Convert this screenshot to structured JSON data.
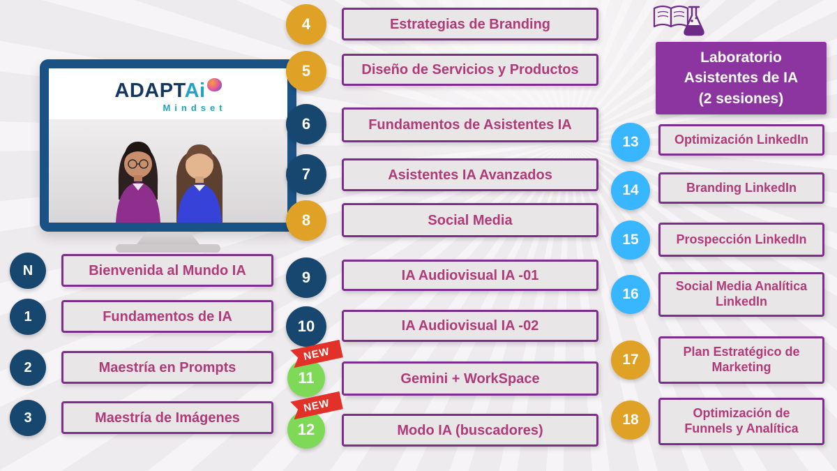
{
  "logo": {
    "brand": "ADAPT",
    "brand_accent": "Ai",
    "tagline": "Mindset"
  },
  "left_column": {
    "items": [
      {
        "num": "N",
        "color": "navy",
        "label": "Bienvenida al Mundo IA"
      },
      {
        "num": "1",
        "color": "navy",
        "label": "Fundamentos de IA"
      },
      {
        "num": "2",
        "color": "navy",
        "label": "Maestría en Prompts"
      },
      {
        "num": "3",
        "color": "navy",
        "label": "Maestría de Imágenes"
      }
    ]
  },
  "middle_column": {
    "items": [
      {
        "num": "4",
        "color": "gold",
        "label": "Estrategias de Branding"
      },
      {
        "num": "5",
        "color": "gold",
        "label": "Diseño de Servicios y Productos"
      },
      {
        "num": "6",
        "color": "navy",
        "label": "Fundamentos de Asistentes IA"
      },
      {
        "num": "7",
        "color": "navy",
        "label": "Asistentes IA Avanzados"
      },
      {
        "num": "8",
        "color": "gold",
        "label": "Social Media"
      },
      {
        "num": "9",
        "color": "navy",
        "label": "IA Audiovisual IA -01"
      },
      {
        "num": "10",
        "color": "navy",
        "label": "IA Audiovisual IA -02"
      },
      {
        "num": "11",
        "color": "green",
        "badge": "NEW",
        "label": "Gemini + WorkSpace"
      },
      {
        "num": "12",
        "color": "green",
        "badge": "NEW",
        "label": "Modo IA (buscadores)"
      }
    ]
  },
  "right_column": {
    "header": {
      "line1": "Laboratorio",
      "line2": "Asistentes de IA",
      "line3": "(2 sesiones)"
    },
    "items": [
      {
        "num": "13",
        "color": "blue",
        "label": "Optimización LinkedIn"
      },
      {
        "num": "14",
        "color": "blue",
        "label": "Branding LinkedIn"
      },
      {
        "num": "15",
        "color": "blue",
        "label": "Prospección LinkedIn"
      },
      {
        "num": "16",
        "color": "blue",
        "label": "Social Media Analítica LinkedIn"
      },
      {
        "num": "17",
        "color": "gold",
        "label": "Plan Estratégico de Marketing"
      },
      {
        "num": "18",
        "color": "gold",
        "label": "Optimización de Funnels y Analítica"
      }
    ]
  },
  "palette": {
    "navy": "#17476f",
    "gold": "#dfa126",
    "green": "#7ed957",
    "blue": "#38b6ff",
    "box_border_purple": "#7d2d8c",
    "box_text_magenta": "#b03a78",
    "header_purple": "#8c35a0",
    "ribbon_red": "#e23128",
    "monitor_frame_blue": "#1a5285"
  }
}
